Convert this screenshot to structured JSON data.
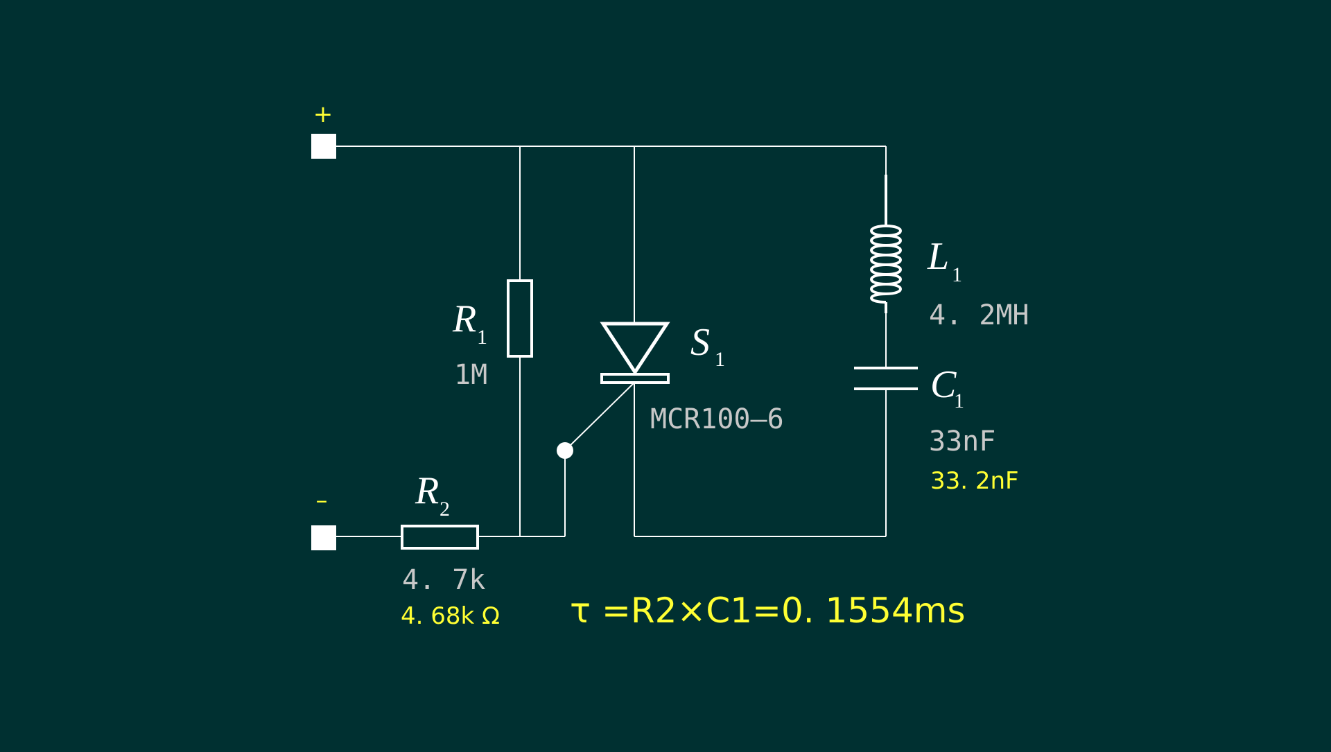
{
  "terminals": {
    "positive": "+",
    "negative": "–"
  },
  "components": {
    "r1": {
      "letter": "R",
      "index": "1",
      "value": "1M"
    },
    "r2": {
      "letter": "R",
      "index": "2",
      "value": "4. 7k",
      "measured": "4. 68k Ω"
    },
    "s1": {
      "letter": "S",
      "index": "1",
      "part": "MCR100–6"
    },
    "l1": {
      "letter": "L",
      "index": "1",
      "value": "4. 2MH"
    },
    "c1": {
      "letter": "C",
      "index": "1",
      "value": "33nF",
      "measured": "33. 2nF"
    }
  },
  "formula": "τ =R2×C1=0. 1554ms",
  "colors": {
    "background": "#003031",
    "wire": "#ffffff",
    "nominal_value": "#c8c8c8",
    "measured_value": "#ffff33"
  }
}
